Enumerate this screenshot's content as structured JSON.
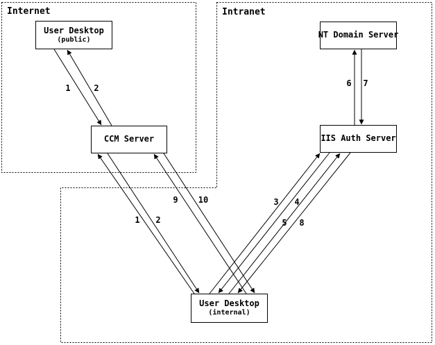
{
  "zones": {
    "internet": {
      "label": "Internet"
    },
    "intranet": {
      "label": "Intranet"
    }
  },
  "nodes": {
    "user_desktop_public": {
      "title": "User Desktop",
      "subtitle": "(public)"
    },
    "ccm_server": {
      "title": "CCM Server"
    },
    "nt_domain_server": {
      "title": "NT Domain Server"
    },
    "iis_auth_server": {
      "title": "IIS Auth Server"
    },
    "user_desktop_internal": {
      "title": "User Desktop",
      "subtitle": "(internal)"
    }
  },
  "flow_steps": {
    "public_desktop_to_ccm": {
      "request": "1",
      "response": "2"
    },
    "internal_desktop_to_ccm": {
      "request": "1",
      "response": "2"
    },
    "desktop_to_iis_first": {
      "request": "3",
      "response": "4"
    },
    "desktop_to_iis_second": {
      "request": "5",
      "response": "8"
    },
    "iis_to_nt_domain": {
      "request": "6",
      "response": "7"
    },
    "internal_desktop_to_ccm_resume": {
      "request": "9",
      "response": "10"
    }
  },
  "colors": {
    "line": "#000000",
    "background": "#ffffff"
  }
}
